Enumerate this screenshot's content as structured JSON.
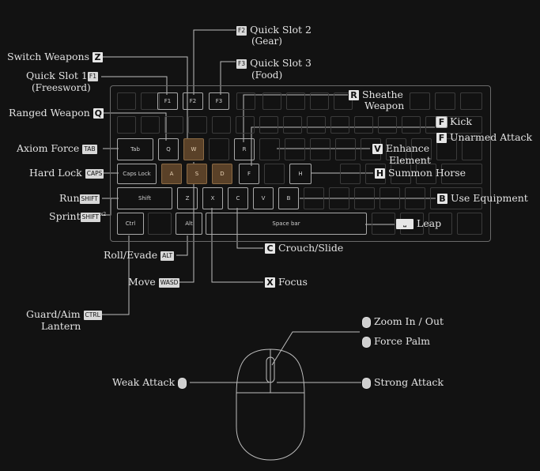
{
  "keys": {
    "f1": "F1",
    "f2": "F2",
    "f3": "F3",
    "tab": "Tab",
    "q": "Q",
    "w": "W",
    "r": "R",
    "caps": "Caps Lock",
    "a": "A",
    "s": "S",
    "d": "D",
    "f": "F",
    "h": "H",
    "shift": "Shift",
    "z": "Z",
    "x": "X",
    "c": "C",
    "v": "V",
    "b": "B",
    "ctrl": "Ctrl",
    "alt": "Alt",
    "space": "Space bar"
  },
  "labels": {
    "switch_weapons": "Switch Weapons",
    "switch_weapons_key": "Z",
    "quick_slot_1": "Quick Slot 1",
    "quick_slot_1_key": "F1",
    "quick_slot_1_sub": "(Freesword)",
    "ranged_weapon": "Ranged Weapon",
    "ranged_weapon_key": "Q",
    "axiom_force": "Axiom Force",
    "axiom_force_key": "TAB",
    "hard_lock": "Hard Lock",
    "hard_lock_key": "CAPS",
    "run": "Run",
    "run_key": "SHIFT",
    "sprint": "Sprint",
    "sprint_key": "SHIFT",
    "sprint_sup": "x2",
    "roll_evade": "Roll/Evade",
    "roll_evade_key": "ALT",
    "move": "Move",
    "move_key": "WASD",
    "guard_aim": "Guard/Aim",
    "guard_aim_key": "CTRL",
    "guard_aim_sub": "Lantern",
    "quick_slot_2": "Quick Slot 2",
    "quick_slot_2_key": "F2",
    "quick_slot_2_sub": "(Gear)",
    "quick_slot_3": "Quick Slot 3",
    "quick_slot_3_key": "F3",
    "quick_slot_3_sub": "(Food)",
    "sheathe": "Sheathe",
    "sheathe_key": "R",
    "sheathe_sub": "Weapon",
    "kick": "Kick",
    "kick_key": "F",
    "unarmed": "Unarmed Attack",
    "unarmed_key": "F",
    "enhance": "Enhance",
    "enhance_key": "V",
    "enhance_sub": "Element",
    "summon_horse": "Summon Horse",
    "summon_horse_key": "H",
    "use_equipment": "Use Equipment",
    "use_equipment_key": "B",
    "leap": "Leap",
    "crouch": "Crouch/Slide",
    "crouch_key": "C",
    "focus": "Focus",
    "focus_key": "X",
    "zoom": "Zoom In / Out",
    "force_palm": "Force Palm",
    "weak_attack": "Weak Attack",
    "strong_attack": "Strong Attack"
  },
  "colors": {
    "background": "#121212",
    "highlight": "#5a4128",
    "text": "#e2e2e2",
    "line": "#bdbdbd"
  }
}
